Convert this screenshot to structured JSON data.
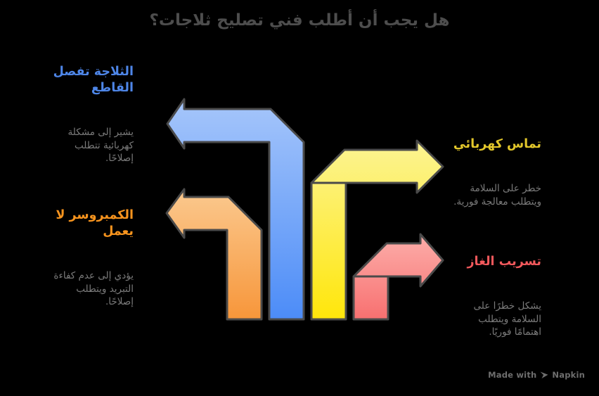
{
  "title": "هل يجب أن أطلب فني تصليح ثلاجات؟",
  "sections": {
    "breaker": {
      "heading": "الثلاجة تفصل\nالقاطع",
      "body": "يشير إلى مشكلة\nكهربائية تتطلب\nإصلاحًا.",
      "color": "#4E86E8"
    },
    "short_circuit": {
      "heading": "تماس كهربائي",
      "body": "خطر على السلامة\nويتطلب معالجة فورية.",
      "color": "#E3C72B"
    },
    "compressor": {
      "heading": "الكمبروسر لا\nيعمل",
      "body": "يؤدي إلى عدم كفاءة\nالتبريد ويتطلب\nإصلاحًا.",
      "color": "#F7941E"
    },
    "gas_leak": {
      "heading": "تسريب الغاز",
      "body": "يشكل خطرًا على\nالسلامة ويتطلب\nاهتمامًا فوريًا.",
      "color": "#F2595C"
    }
  },
  "footer": {
    "prefix": "Made with",
    "brand": "Napkin",
    "color": "#6E6E6E"
  },
  "colors": {
    "background": "#000000",
    "title": "#4D4D4D",
    "body_text": "#7B7B7B",
    "outline": "#4A4A4A",
    "blue_top": "#A6C6FA",
    "blue_bottom": "#4C8CF8",
    "orange_top": "#FBC98F",
    "orange_bottom": "#F7963A",
    "yellow_top": "#FCF494",
    "yellow_bottom": "#FFE60A",
    "red_top": "#FCAEAA",
    "red_bottom": "#F87070"
  }
}
